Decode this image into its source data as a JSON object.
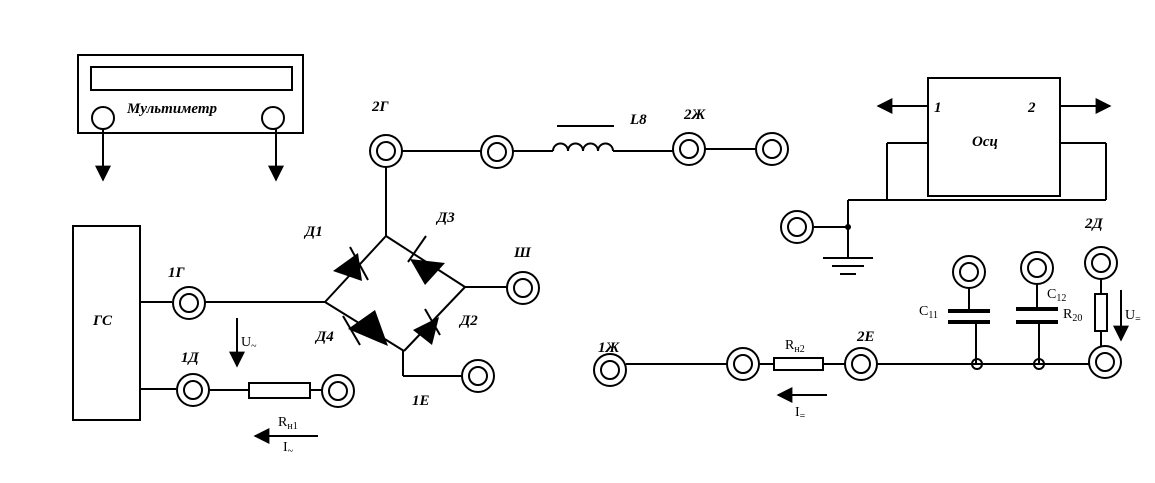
{
  "diagram": {
    "multimeter": {
      "label": "Мультиметр"
    },
    "generator": {
      "label": "ГС"
    },
    "oscilloscope": {
      "label": "Осц",
      "channel1": "1",
      "channel2": "2"
    },
    "terminals": {
      "t2G": "2Г",
      "t2Zh": "2Ж",
      "t1G": "1Г",
      "t1D": "1Д",
      "t1E": "1Е",
      "tSh": "Ш",
      "t1Zh": "1Ж",
      "t2E": "2Е",
      "t2D": "2Д"
    },
    "diodes": {
      "d1": "Д1",
      "d2": "Д2",
      "d3": "Д3",
      "d4": "Д4"
    },
    "inductor": {
      "label": "L8"
    },
    "capacitors": {
      "c11": {
        "main": "C",
        "sub": "11"
      },
      "c12": {
        "main": "C",
        "sub": "12"
      }
    },
    "resistors": {
      "rn1": {
        "main": "R",
        "sub": "н1"
      },
      "rn2": {
        "main": "R",
        "sub": "н2"
      },
      "r20": {
        "main": "R",
        "sub": "20"
      }
    },
    "measures": {
      "u_ac": {
        "main": "U",
        "sub": "~"
      },
      "i_ac": {
        "main": "I",
        "sub": "~"
      },
      "u_dc": {
        "main": "U",
        "sub": "="
      },
      "i_dc": {
        "main": "I",
        "sub": "="
      }
    }
  }
}
